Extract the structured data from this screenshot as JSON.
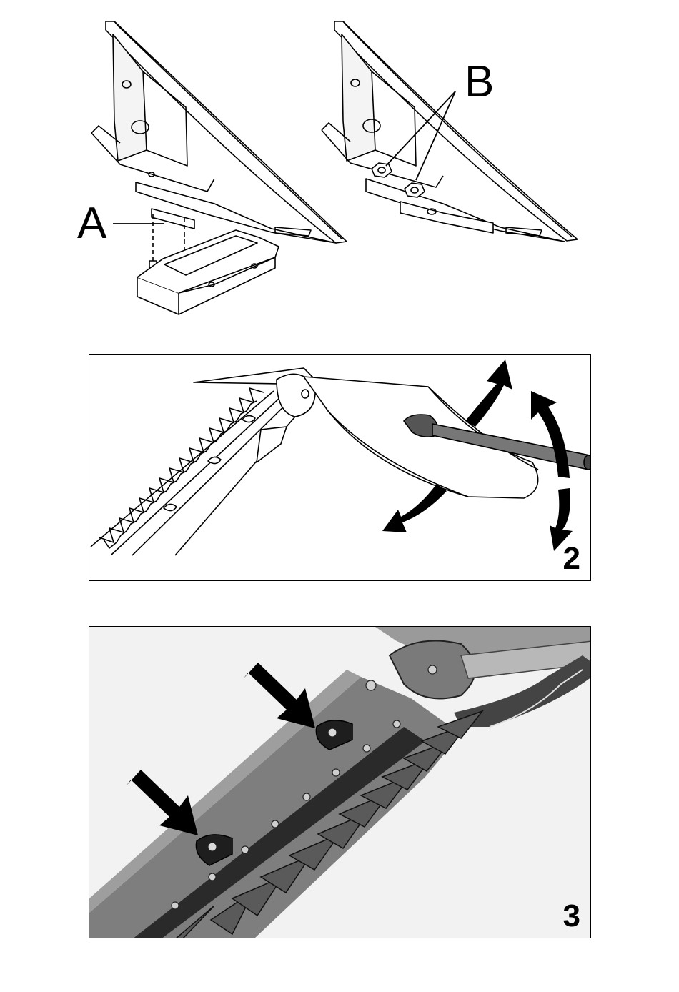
{
  "figure1": {
    "label_a": "A",
    "label_b": "B"
  },
  "figure2": {
    "number": "2"
  },
  "figure3": {
    "number": "3"
  }
}
